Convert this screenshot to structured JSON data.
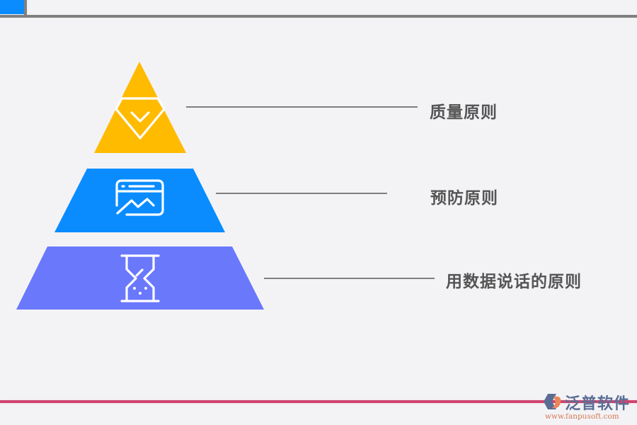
{
  "diagram": {
    "type": "pyramid",
    "levels": [
      {
        "label": "质量原则",
        "color": "#ffbb00",
        "icon": "diamond-check-icon"
      },
      {
        "label": "预防原则",
        "color": "#0a8cff",
        "icon": "chart-window-icon"
      },
      {
        "label": "用数据说话的原则",
        "color": "#6a78fc",
        "icon": "hourglass-icon"
      }
    ]
  },
  "decor": {
    "top_accent_color": "#0a8cff",
    "rule_color": "#808080",
    "bottom_rule_color": "#cf4470"
  },
  "watermark": {
    "name": "泛普软件",
    "url": "www.fanpusoft.com"
  }
}
